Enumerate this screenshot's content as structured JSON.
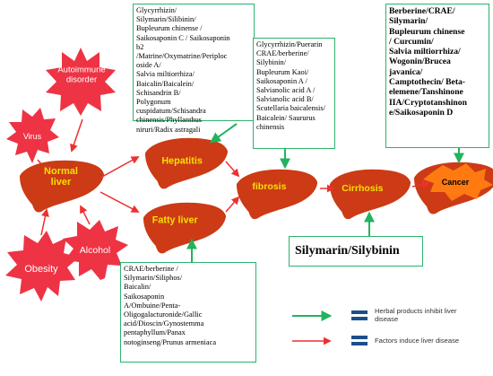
{
  "diagram": {
    "colors": {
      "star_fill": "#ee3344",
      "liver_fill": "#cc3a16",
      "liver_label": "#f5e000",
      "cancer_blob": "#ff7a10",
      "inhibit_arrow": "#22b35f",
      "induce_arrow": "#ee3030",
      "legend_bar": "#1b4f8a",
      "box_border": "#2db36b"
    },
    "stars": {
      "autoimmune": "Autoimmune\ndisorder",
      "virus": "Virus",
      "alcohol": "Alcohol",
      "obesity": "Obesity"
    },
    "livers": {
      "normal": "Normal\nliver",
      "hepatitis": "Hepatitis",
      "fatty": "Fatty liver",
      "fibrosis": "fibrosis",
      "cirrhosis": "Cirrhosis",
      "cancer": "Cancer"
    },
    "boxes": {
      "hepatitis_herbs": "Glycyrrhizin/\nSilymarin/Silibinin/\nBupleurum chinense /\nSaikosaponin C / Saikosaponin\nb2\n/Matrine/Oxymatrine/Periploc\noside A/\nSalvia miltiorrhiza/\nBaicalin/Baicalein/\nSchisandrin B/\nPolygonum\ncuspidatum/Schisandra\nchinensis/Phyllanthus\nniruri/Radix astragali",
      "fibrosis_herbs": "Glycyrrhizin/Puerarin\nCRAE/berberine/\nSilybinin/\nBupleurum Kaoi/\nSaikosaponin A /\nSalvianolic acid A /\nSalvianolic acid B/\nScutellaria baicalensis/\n Baicalein/ Saururus\nchinensis",
      "cancer_herbs": "Berberine/CRAE/\nSilymarin/\nBupleurum chinense\n/ Curcumin/\nSalvia miltiorrhiza/\nWogonin/Brucea\njavanica/\nCamptothecin/ Beta-\nelemene/Tanshinone\nIIA/Cryptotanshinon\ne/Saikosaponin  D",
      "cirrhosis_herbs": "Silymarin/Silybinin",
      "fatty_herbs": "CRAE/berberine /\nSilymarin/Siliphos/\nBaicalin/\nSaikosaponin\nA/Ombuine/Penta-\nOligogalacturonide/Gallic\nacid/Dioscin/Gynostemma\npentaphyllum/Panax\nnotoginseng/Prunus armeniaca"
    },
    "legend": {
      "inhibit": "Herbal products inhibit liver\ndisease",
      "induce": "Factors induce liver disease"
    }
  }
}
